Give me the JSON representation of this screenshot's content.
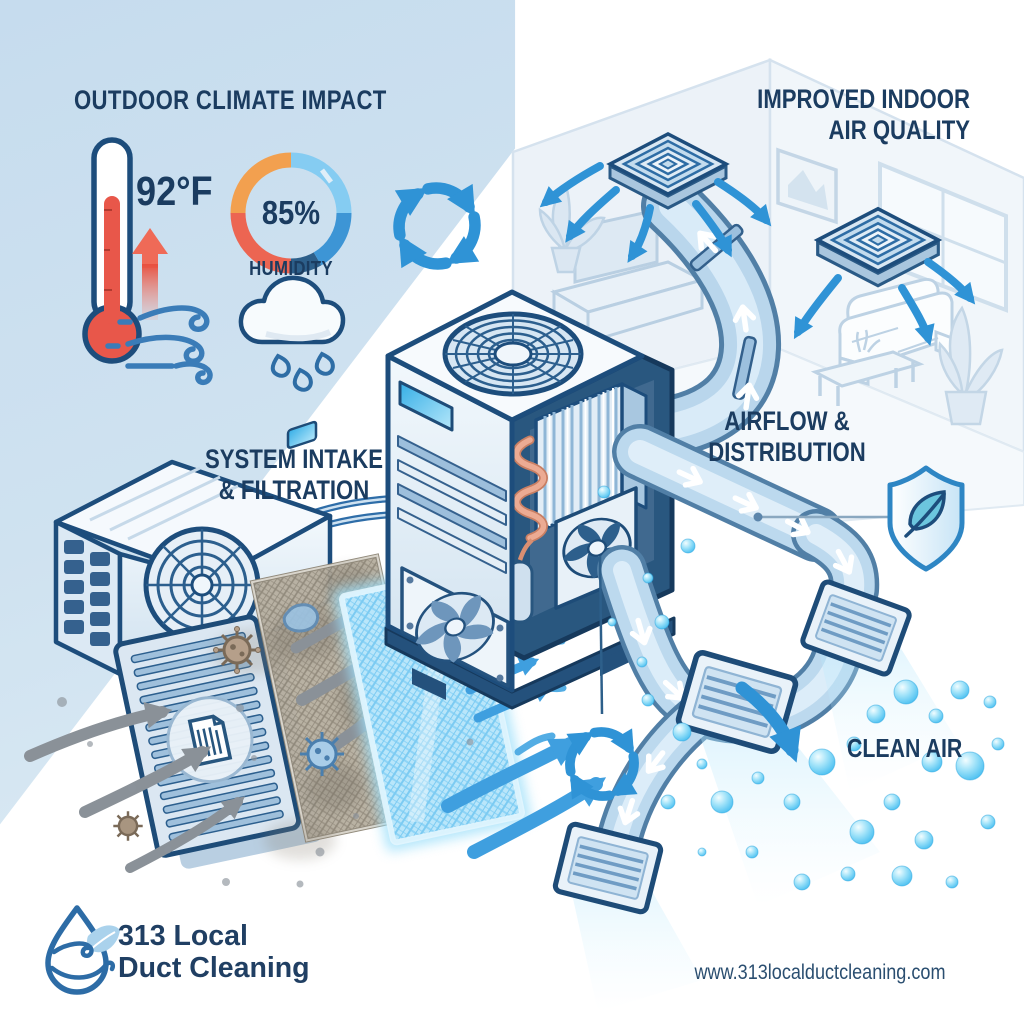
{
  "page": {
    "title": "313 Local Duct Cleaning HVAC Infographic"
  },
  "background": {
    "left_panel_color": "#cfe2f0",
    "right_panel_color": "#ffffff"
  },
  "palette": {
    "navy_text": "#1b3c60",
    "accent_blue": "#2f93d6",
    "duct_blue": "#bcd9ee",
    "cyan_bubble": "#41bcf0",
    "gauge_orange": "#f2a04f",
    "gauge_coral": "#ec6552",
    "gauge_navy": "#2d5f8a",
    "gauge_blue": "#3d95d5",
    "coil_salmon": "#ecab93",
    "dirty_arrow_gray": "#8a9198",
    "thermometer_red": "#e8574a"
  },
  "sections": {
    "outdoor_climate": {
      "title": "OUTDOOR CLIMATE IMPACT",
      "temperature": "92°F",
      "humidity": {
        "value": "85%",
        "label": "HUMIDITY",
        "percent": 85
      },
      "icon_names": [
        "thermometer-icon",
        "temperature-rise-arrow-icon",
        "humidity-gauge",
        "wind-icon",
        "rain-cloud-icon"
      ]
    },
    "indoor_air": {
      "title_line1": "IMPROVED INDOOR",
      "title_line2": "AIR QUALITY"
    },
    "intake_filtration": {
      "title_line1": "SYSTEM INTAKE",
      "title_line2": "& FILTRATION"
    },
    "airflow_distribution": {
      "title_line1": "AIRFLOW &",
      "title_line2": "DISTRIBUTION"
    },
    "clean_air": {
      "label": "CLEAN AIR"
    }
  },
  "gauge": {
    "type": "donut",
    "value": 85,
    "unit": "%",
    "label": "HUMIDITY",
    "segment_colors": [
      "#f2a04f",
      "#ec6552",
      "#2d5f8a",
      "#3d95d5",
      "#85ccf2"
    ]
  },
  "illustration_icon_names": [
    "hvac-air-handler",
    "outdoor-condenser-unit",
    "return-grille",
    "dirty-air-filter",
    "clean-air-filter",
    "ceiling-diffuser",
    "supply-vent",
    "recirculation-arrows-icon",
    "shield-leaf-icon",
    "germ-icon",
    "duct",
    "air-bubbles"
  ],
  "branding": {
    "logo_line1": "313 Local",
    "logo_line2": "Duct Cleaning",
    "logo_icon": "water-drop-leaf-swirl-icon",
    "website": "www.313localductcleaning.com"
  }
}
